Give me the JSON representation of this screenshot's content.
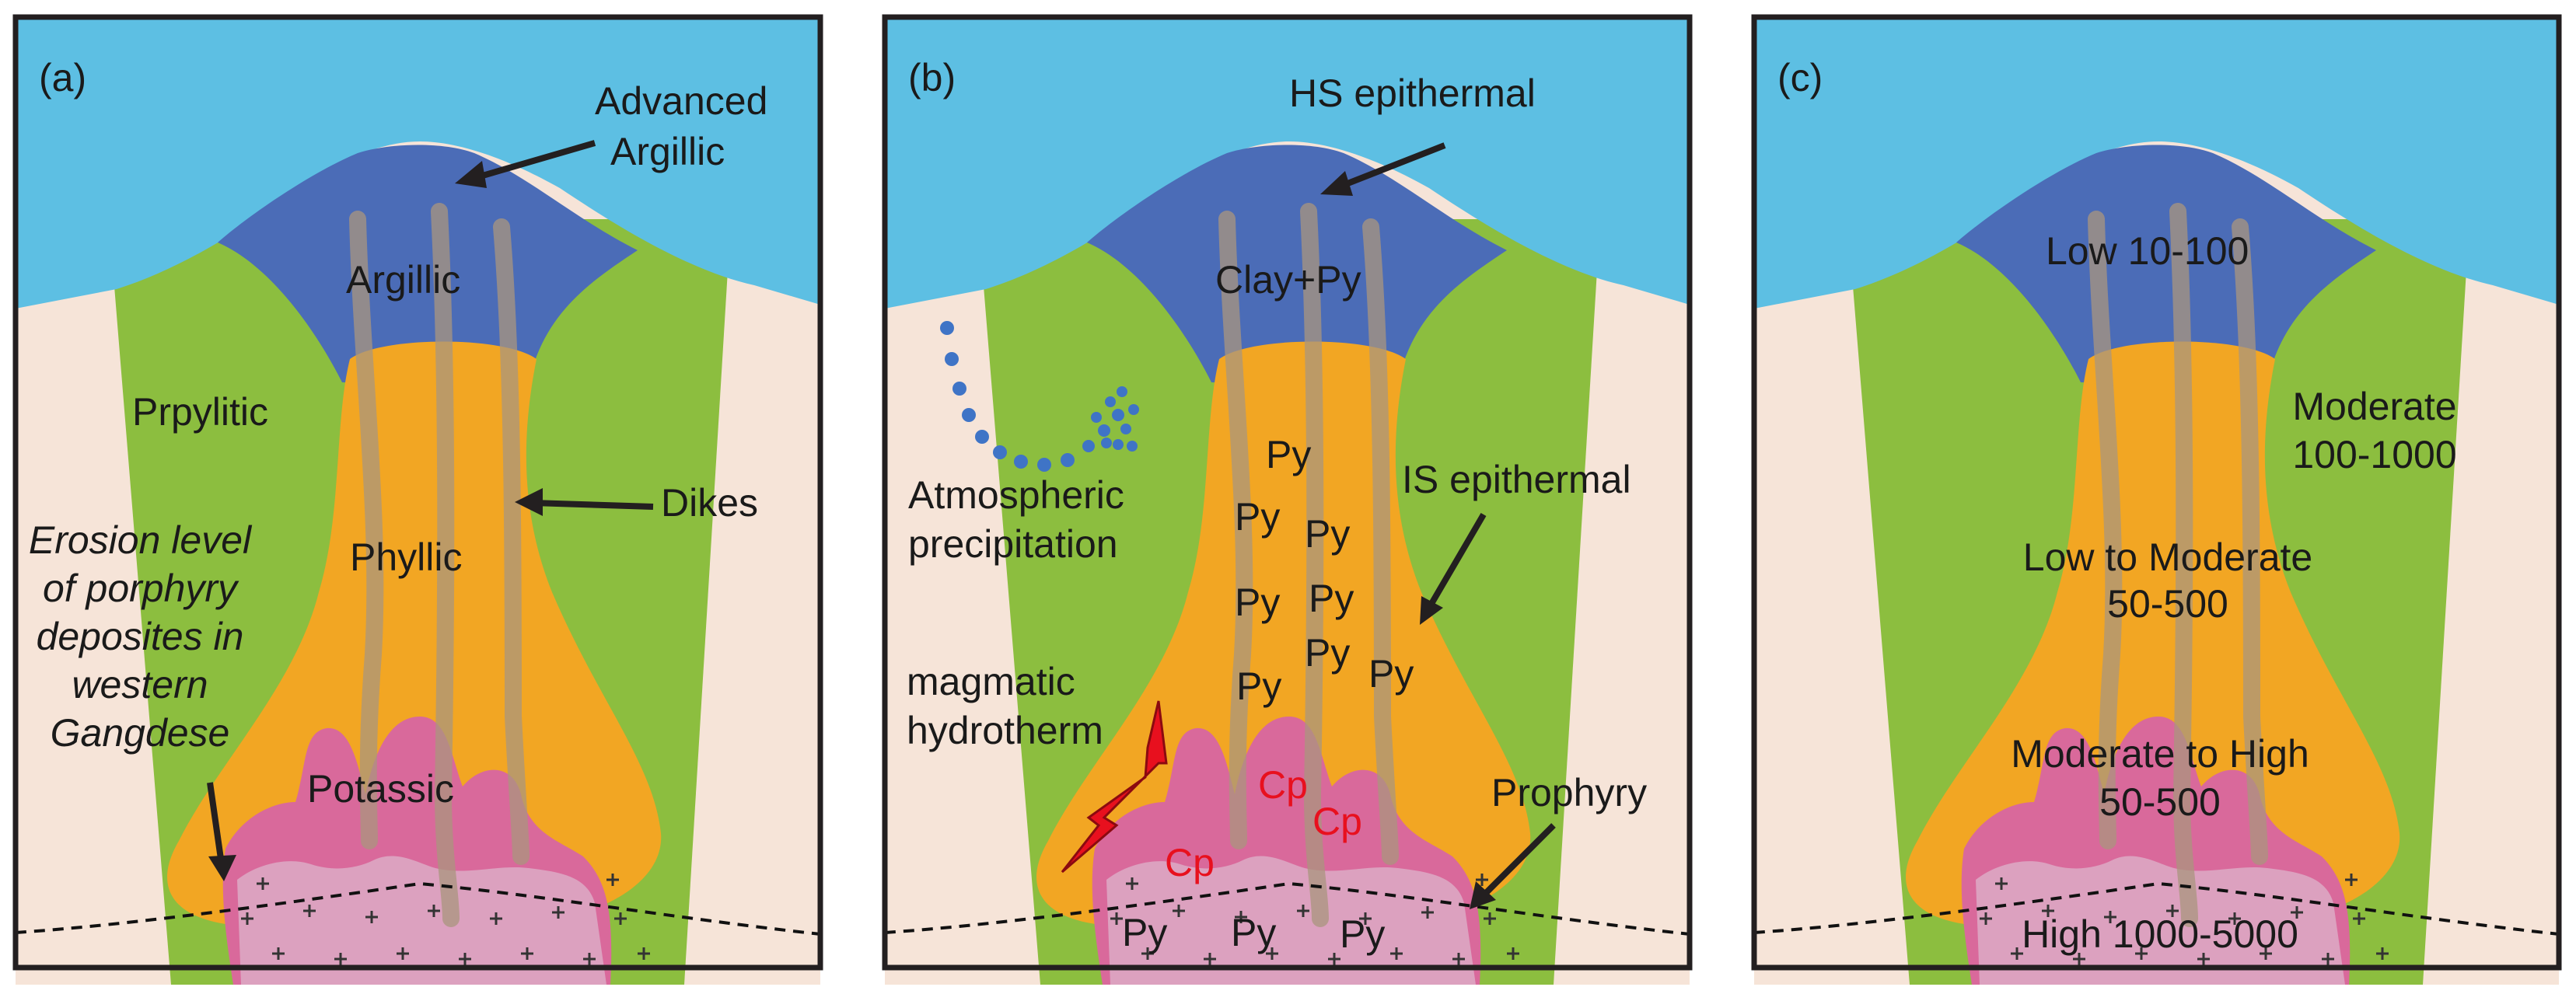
{
  "colors": {
    "sky": "#5dbfe3",
    "host_rock": "#f6e4d8",
    "propylitic": "#8cbe3f",
    "argillic": "#4b6cb7",
    "phyllic": "#f2a623",
    "potassic": "#d9699b",
    "porphyry": "#dca1bf",
    "dike": "#a9967e",
    "text_red": "#e8101e",
    "droplet": "#3f74c6",
    "border": "#231f20"
  },
  "panels": [
    {
      "tag": "(a)",
      "labels": {
        "advanced_argillic_1": "Advanced",
        "advanced_argillic_2": "Argillic",
        "argillic": "Argillic",
        "propylitic": "Prpylitic",
        "phyllic": "Phyllic",
        "potassic": "Potassic",
        "dikes": "Dikes",
        "erosion_1": "Erosion level",
        "erosion_2": "of porphyry",
        "erosion_3": "deposites in",
        "erosion_4": "western",
        "erosion_5": "Gangdese"
      }
    },
    {
      "tag": "(b)",
      "labels": {
        "hs_epithermal": "HS epithermal",
        "clay_py": "Clay+Py",
        "atmospheric_1": "Atmospheric",
        "atmospheric_2": "precipitation",
        "is_epithermal": "IS epithermal",
        "magmatic_1": "magmatic",
        "magmatic_2": "hydrotherm",
        "prophyry": "Prophyry",
        "py": "Py",
        "cp": "Cp"
      }
    },
    {
      "tag": "(c)",
      "labels": {
        "low": "Low 10-100",
        "moderate_1": "Moderate",
        "moderate_2": "100-1000",
        "low_moderate_1": "Low to Moderate",
        "low_moderate_2": "50-500",
        "moderate_high_1": "Moderate to High",
        "moderate_high_2": "50-500",
        "high": "High 1000-5000"
      }
    }
  ]
}
